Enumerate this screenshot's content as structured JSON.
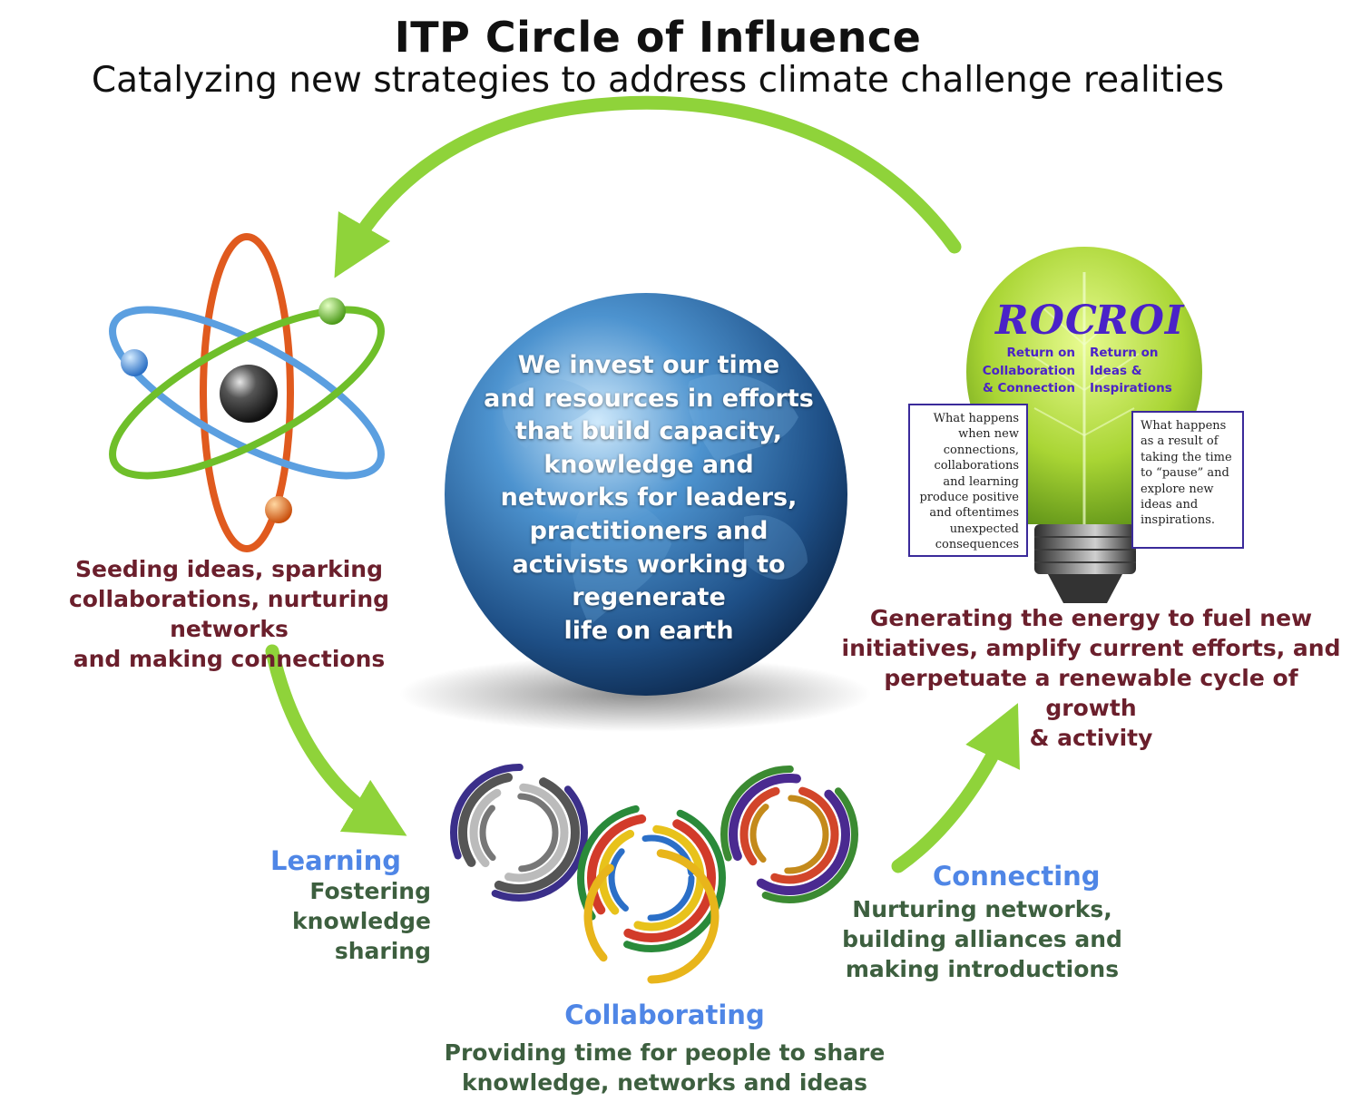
{
  "header": {
    "title": "ITP Circle of Influence",
    "subtitle": "Catalyzing new strategies to address climate challenge realities"
  },
  "globe": {
    "text": "We invest our time\nand resources in efforts\nthat build capacity,\nknowledge and\nnetworks for leaders,\npractitioners and\nactivists working to\nregenerate\nlife on earth"
  },
  "seeding": {
    "line1": "Seeding ideas, sparking",
    "line2": "collaborations, nurturing networks",
    "line3": "and making connections"
  },
  "bulb": {
    "roc": "ROC",
    "roi": "ROI",
    "roc_sub1": "Return on",
    "roc_sub2": "Collaboration",
    "roc_sub3": "& Connection",
    "roi_sub1": "Return on",
    "roi_sub2": "Ideas &",
    "roi_sub3": "Inspirations",
    "left_box": {
      "l1": "What happens",
      "l2": "when new",
      "l3": "connections,",
      "l4": "collaborations",
      "l5": "and learning",
      "l6": "produce positive",
      "l7": "and oftentimes",
      "l8": "unexpected",
      "l9": "consequences"
    },
    "right_box": {
      "l1": "What happens",
      "l2": "as a result of",
      "l3": "taking the time",
      "l4": "to “pause” and",
      "l5": "explore new",
      "l6": "ideas and",
      "l7": "inspirations."
    }
  },
  "generating": {
    "line1": "Generating the energy to fuel new",
    "line2": "initiatives, amplify current efforts, and",
    "line3": "perpetuate a renewable cycle of growth",
    "line4": "& activity"
  },
  "learning": {
    "heading": "Learning",
    "line1": "Fostering",
    "line2": "knowledge",
    "line3": "sharing"
  },
  "collaborating": {
    "heading": "Collaborating",
    "line1": "Providing time for people to share",
    "line2": "knowledge, networks and ideas"
  },
  "connecting": {
    "heading": "Connecting",
    "line1": "Nurturing networks,",
    "line2": "building alliances and",
    "line3": "making introductions"
  },
  "colors": {
    "arrow_green": "#8fd33a",
    "maroon_text": "#6b1f2c",
    "heading_blue": "#4f86e6",
    "body_green": "#3d5f3f",
    "bulb_purple": "#4a22c8"
  }
}
